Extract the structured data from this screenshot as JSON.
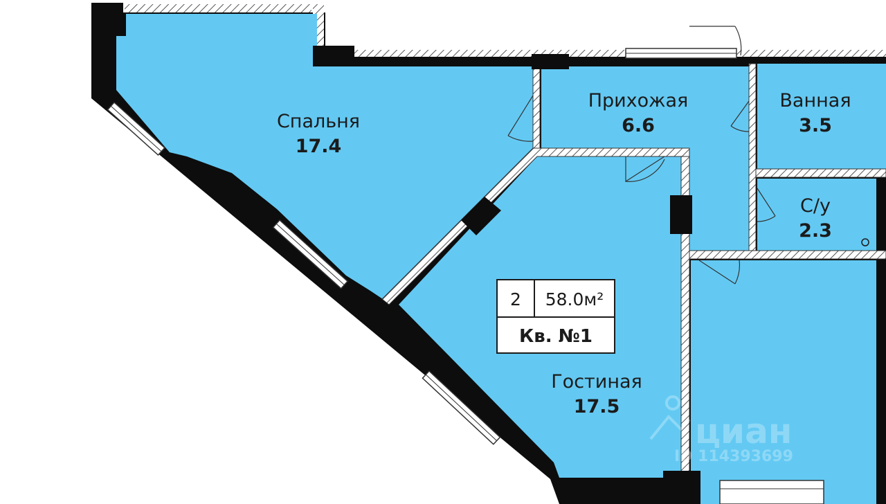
{
  "colors": {
    "room_fill": "#63c9f3",
    "wall": "#0d0d0d",
    "background": "#ffffff",
    "text": "#1b1b1b"
  },
  "rooms": {
    "bedroom": {
      "name": "Спальня",
      "area": "17.4"
    },
    "hallway": {
      "name": "Прихожая",
      "area": "6.6"
    },
    "bathroom": {
      "name": "Ванная",
      "area": "3.5"
    },
    "wc": {
      "name": "С/у",
      "area": "2.3"
    },
    "living": {
      "name": "Гостиная",
      "area": "17.5"
    }
  },
  "apartment": {
    "rooms_count": "2",
    "total_area": "58.0м²",
    "number": "Кв. №1"
  },
  "watermark": {
    "brand": "циан",
    "listing_id": "ID 114393699",
    "icon": "cian-logo-icon"
  }
}
